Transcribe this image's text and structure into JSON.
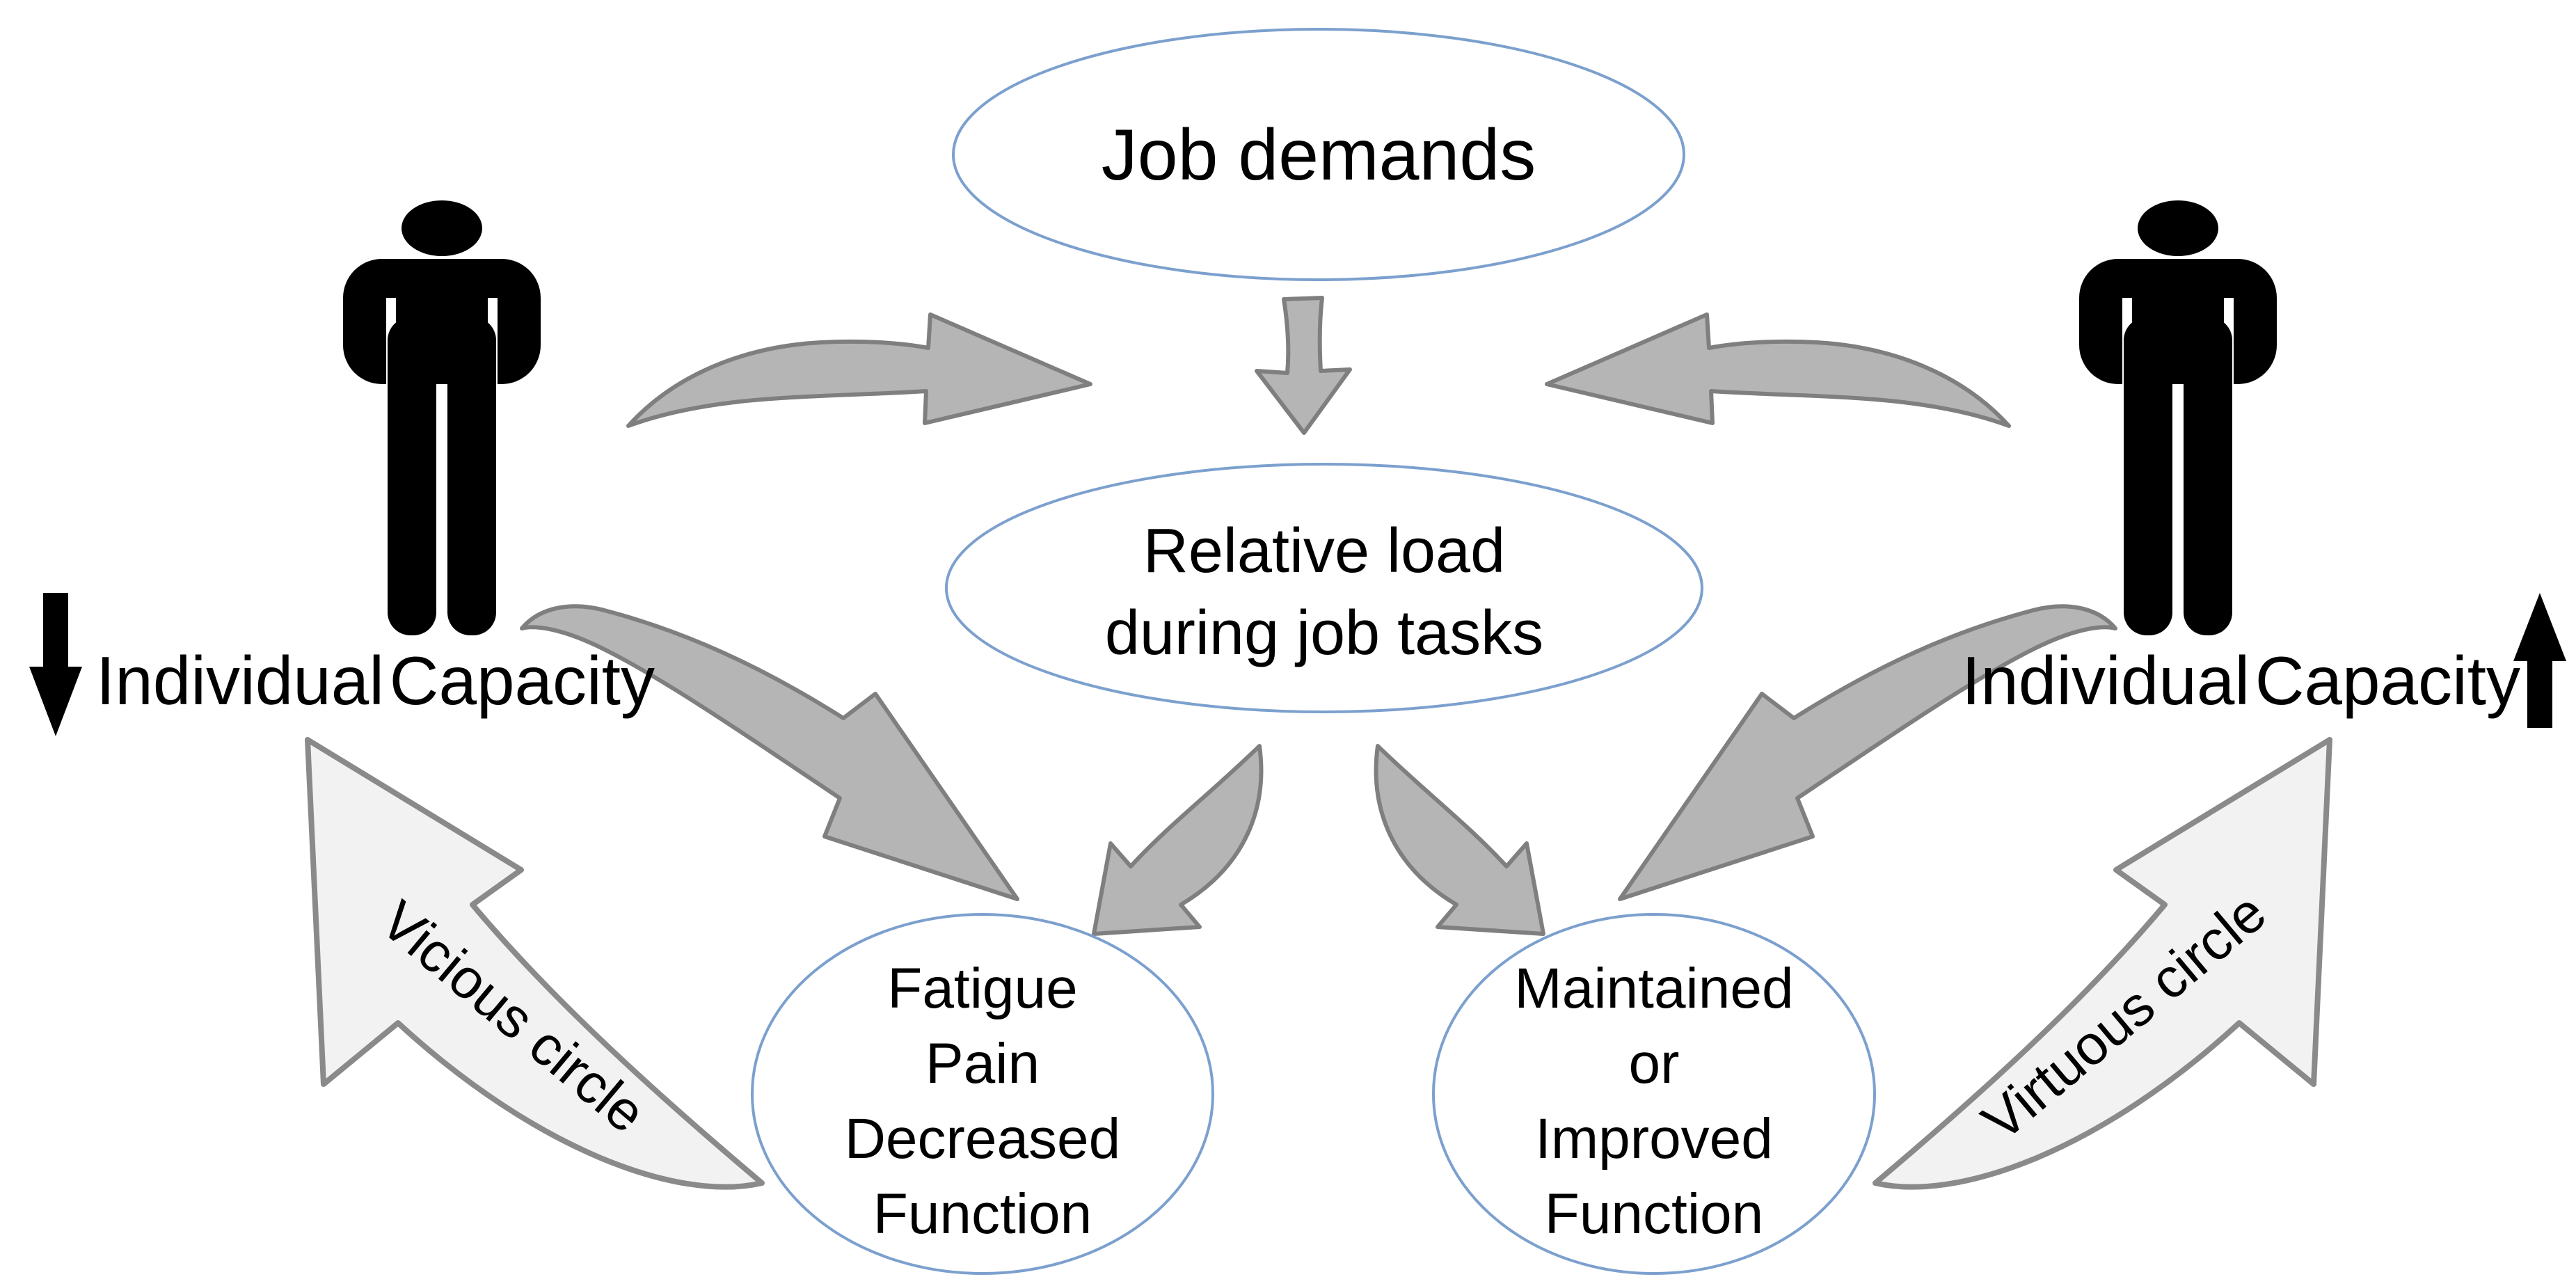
{
  "figure": {
    "background": "#ffffff",
    "nodes": {
      "job_demands": {
        "label": "Job demands"
      },
      "relative_load": {
        "lines": [
          "Relative load",
          "during job tasks"
        ]
      },
      "negative_outcome": {
        "lines": [
          "Fatigue",
          "Pain",
          "Decreased",
          "Function"
        ]
      },
      "positive_outcome": {
        "lines": [
          "Maintained",
          "or",
          "Improved",
          "Function"
        ]
      }
    },
    "left_side": {
      "capacity_label": "Individual Capacity",
      "trend": "down"
    },
    "right_side": {
      "capacity_label": "Individual Capacity",
      "trend": "up"
    },
    "loops": {
      "negative_label": "Vicious circle",
      "positive_label": "Virtuous circle"
    },
    "colors": {
      "node_stroke": "#7ca0ce",
      "connector_fill": "#b5b5b5",
      "connector_stroke": "#7f7f7f",
      "loop_fill": "#f2f2f2",
      "loop_stroke": "#8a8a8a",
      "figure_fill": "#000000",
      "text": "#000000"
    }
  }
}
